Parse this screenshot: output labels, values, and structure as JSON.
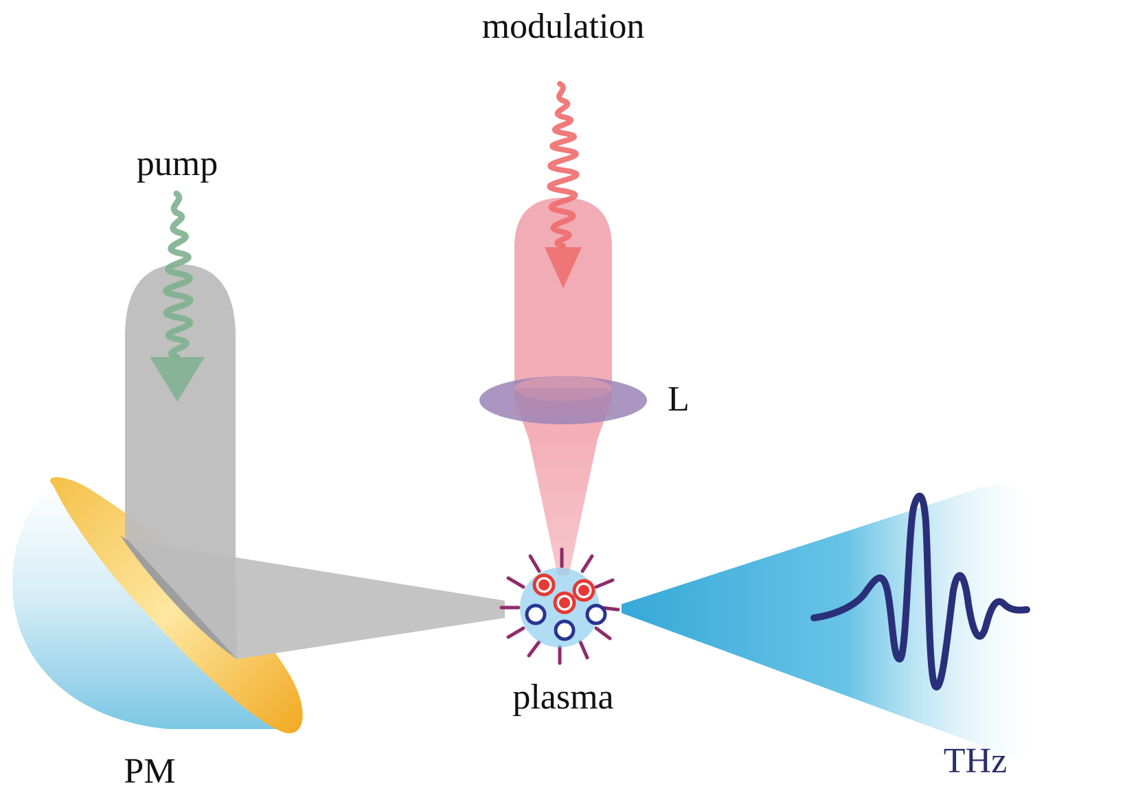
{
  "labels": {
    "modulation": "modulation",
    "pump": "pump",
    "lens": "L",
    "plasma": "plasma",
    "mirror": "PM",
    "terahertz": "THz"
  },
  "colors": {
    "pump_beam": "#bdbdbd",
    "pump_wave": "#7fb08f",
    "modulation_beam": "#f0a3ad",
    "modulation_wave": "#ef6c6c",
    "lens": "#9c84b6",
    "mirror_rim": "#f6b93b",
    "mirror_body": "#7cc7e4",
    "thz_beam": "#3aa9d6",
    "thz_wave": "#2a2f7a",
    "thz_label": "#2a2f6a",
    "electron": "#e53935",
    "ion": "#283593"
  },
  "icons": [
    "pump-wave-icon",
    "modulation-wave-icon",
    "thz-pulse-icon",
    "plasma-icon",
    "lens-icon",
    "parabolic-mirror-icon"
  ]
}
